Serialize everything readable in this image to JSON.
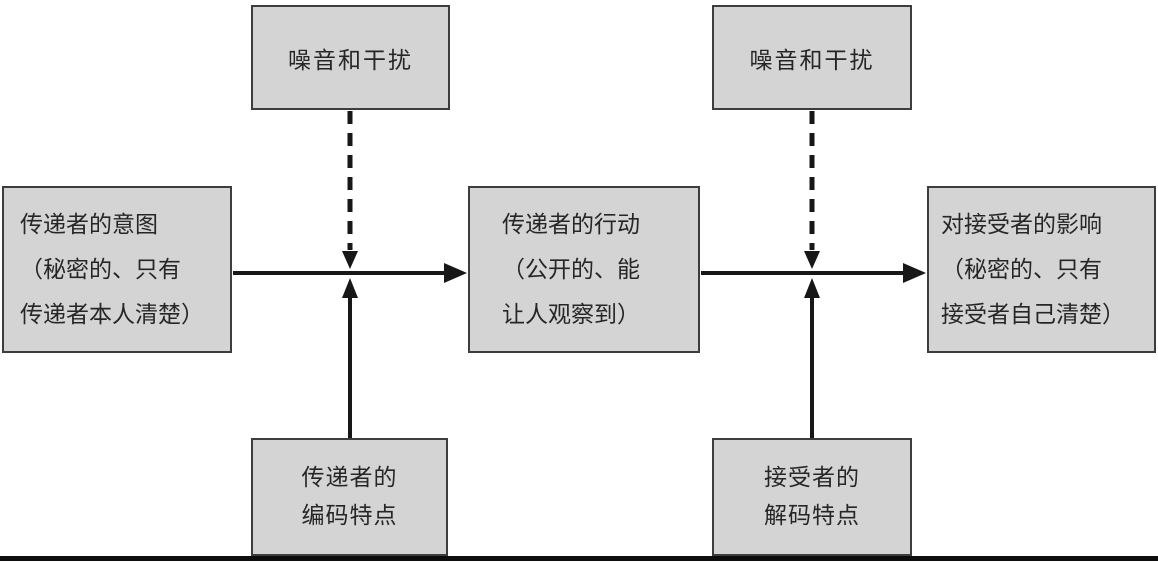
{
  "diagram": {
    "colors": {
      "background": "#ffffff",
      "box_fill": "#d4d4d4",
      "box_border": "#3d3d3d",
      "text": "#262626",
      "arrow": "#171717"
    },
    "nodes": {
      "noise_left": {
        "lines": [
          "噪音和干扰"
        ]
      },
      "noise_right": {
        "lines": [
          "噪音和干扰"
        ]
      },
      "sender_intent": {
        "lines": [
          "传递者的意图",
          "（秘密的、只有",
          "传递者本人清楚）"
        ]
      },
      "sender_action": {
        "lines": [
          "传递者的行动",
          "（公开的、能",
          "让人观察到）"
        ]
      },
      "receiver_effect": {
        "lines": [
          "对接受者的影响",
          "（秘密的、只有",
          "接受者自己清楚）"
        ]
      },
      "sender_encoding": {
        "lines": [
          "传递者的",
          "编码特点"
        ]
      },
      "receiver_decoding": {
        "lines": [
          "接受者的",
          "解码特点"
        ]
      }
    },
    "edges": [
      {
        "from": "sender_intent",
        "to": "sender_action",
        "style": "solid",
        "direction": "right"
      },
      {
        "from": "sender_action",
        "to": "receiver_effect",
        "style": "solid",
        "direction": "right"
      },
      {
        "from": "noise_left",
        "to": "edge sender_intent->sender_action",
        "style": "dashed",
        "direction": "down"
      },
      {
        "from": "sender_encoding",
        "to": "edge sender_intent->sender_action",
        "style": "solid",
        "direction": "up"
      },
      {
        "from": "noise_right",
        "to": "edge sender_action->receiver_effect",
        "style": "dashed",
        "direction": "down"
      },
      {
        "from": "receiver_decoding",
        "to": "edge sender_action->receiver_effect",
        "style": "solid",
        "direction": "up"
      }
    ]
  }
}
